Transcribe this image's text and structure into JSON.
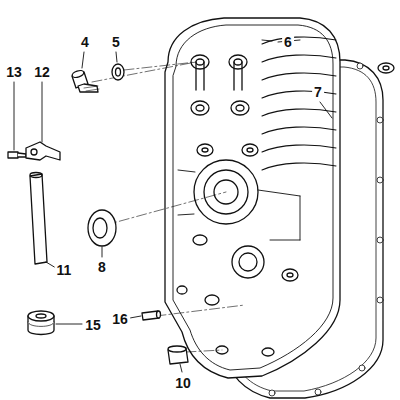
{
  "diagram": {
    "labels": [
      "4",
      "5",
      "6",
      "13",
      "12",
      "7",
      "8",
      "11",
      "15",
      "16",
      "10"
    ]
  }
}
